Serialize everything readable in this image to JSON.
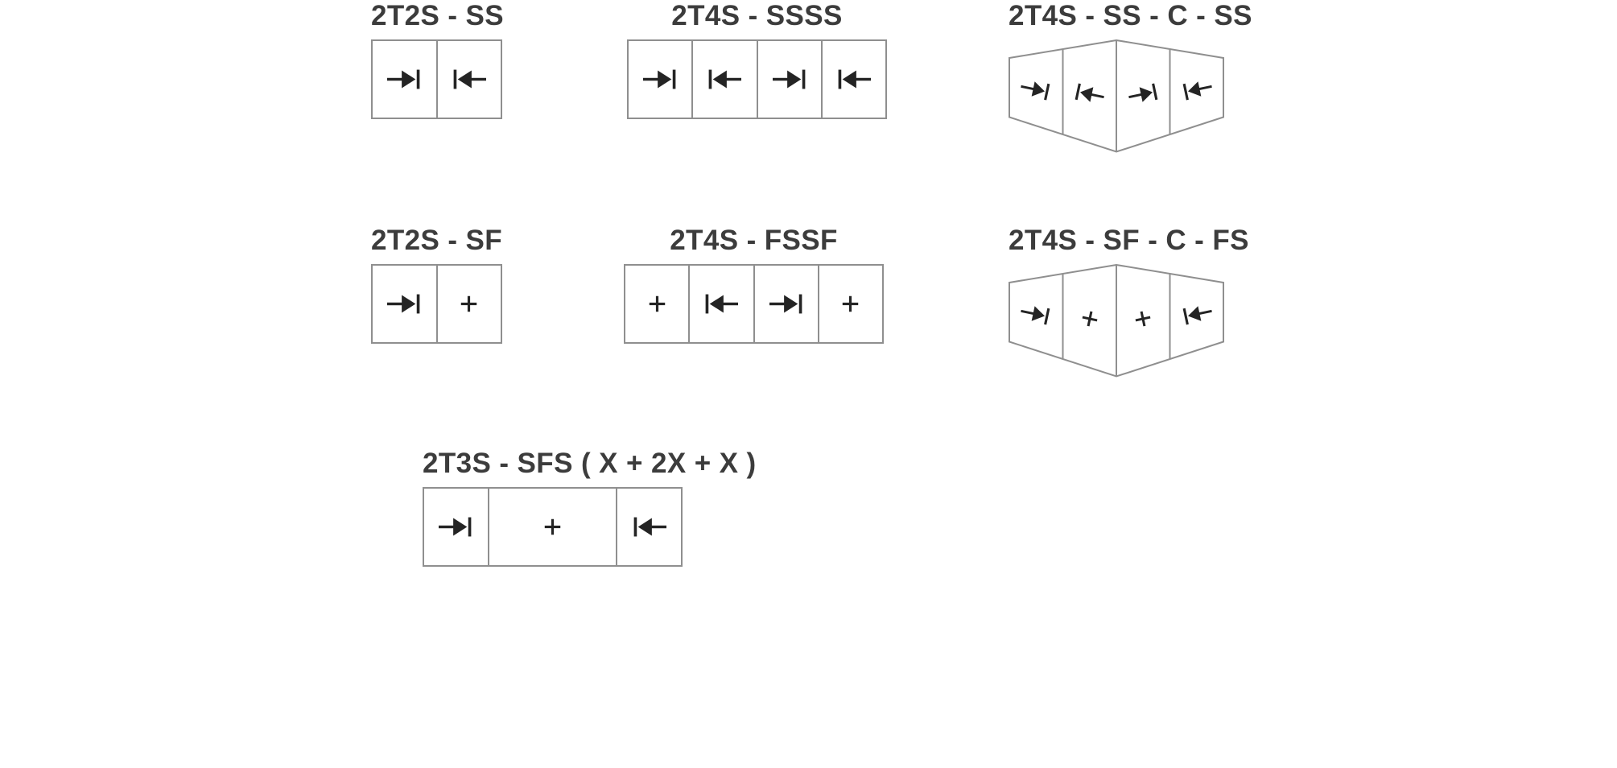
{
  "colors": {
    "background": "#ffffff",
    "border": "#8f8f8f",
    "symbol": "#242424",
    "title_text": "#3c3c3c"
  },
  "icons": {
    "slide-right-icon": "⇥",
    "slide-left-icon": "⇤",
    "fixed-plus-icon": "+"
  },
  "diagrams": [
    {
      "title": "2T2S - SS",
      "layout": "flat",
      "cells": [
        {
          "icon": "slide-right-icon",
          "span": 1
        },
        {
          "icon": "slide-left-icon",
          "span": 1
        }
      ]
    },
    {
      "title": "2T4S - SSSS",
      "layout": "flat",
      "cells": [
        {
          "icon": "slide-right-icon",
          "span": 1
        },
        {
          "icon": "slide-left-icon",
          "span": 1
        },
        {
          "icon": "slide-right-icon",
          "span": 1
        },
        {
          "icon": "slide-left-icon",
          "span": 1
        }
      ]
    },
    {
      "title": "2T4S - SS - C - SS",
      "layout": "corner",
      "cells": [
        {
          "icon": "slide-right-icon"
        },
        {
          "icon": "slide-left-icon"
        },
        {
          "icon": "slide-right-icon"
        },
        {
          "icon": "slide-left-icon"
        }
      ]
    },
    {
      "title": "2T2S - SF",
      "layout": "flat",
      "cells": [
        {
          "icon": "slide-right-icon",
          "span": 1
        },
        {
          "icon": "fixed-plus-icon",
          "span": 1
        }
      ]
    },
    {
      "title": "2T4S - FSSF",
      "layout": "flat",
      "cells": [
        {
          "icon": "fixed-plus-icon",
          "span": 1
        },
        {
          "icon": "slide-left-icon",
          "span": 1
        },
        {
          "icon": "slide-right-icon",
          "span": 1
        },
        {
          "icon": "fixed-plus-icon",
          "span": 1
        }
      ]
    },
    {
      "title": "2T4S - SF - C - FS",
      "layout": "corner",
      "cells": [
        {
          "icon": "slide-right-icon"
        },
        {
          "icon": "fixed-plus-icon"
        },
        {
          "icon": "fixed-plus-icon"
        },
        {
          "icon": "slide-left-icon"
        }
      ]
    },
    {
      "title": "2T3S - SFS ( X + 2X + X )",
      "layout": "flat",
      "cells": [
        {
          "icon": "slide-right-icon",
          "span": 1
        },
        {
          "icon": "fixed-plus-icon",
          "span": 2
        },
        {
          "icon": "slide-left-icon",
          "span": 1
        }
      ]
    }
  ]
}
